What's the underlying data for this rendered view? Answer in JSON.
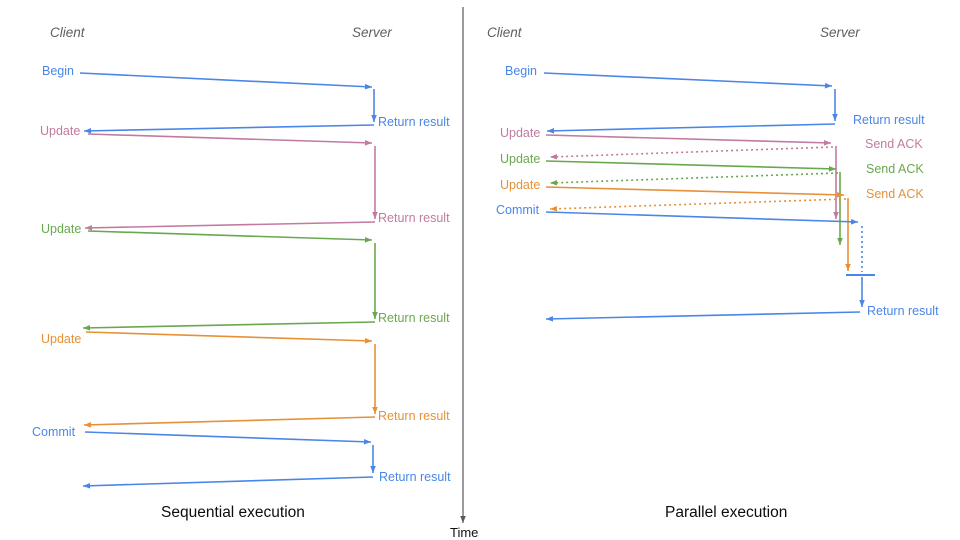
{
  "colors": {
    "blue": "#4a86e8",
    "pink": "#c27ba0",
    "green": "#6aa84f",
    "orange": "#e69138",
    "axis": "#595959",
    "heading": "#5f5f5f",
    "caption": "#0d0d0d"
  },
  "left": {
    "client": "Client",
    "server": "Server",
    "caption": "Sequential execution",
    "ops": [
      {
        "label": "Begin",
        "result": "Return result"
      },
      {
        "label": "Update",
        "result": "Return result"
      },
      {
        "label": "Update",
        "result": "Return result"
      },
      {
        "label": "Update",
        "result": "Return result"
      },
      {
        "label": "Commit",
        "result": "Return result"
      }
    ]
  },
  "right": {
    "client": "Client",
    "server": "Server",
    "caption": "Parallel execution",
    "ops": [
      {
        "label": "Begin",
        "result": "Return result"
      },
      {
        "label": "Update",
        "result": "Send ACK"
      },
      {
        "label": "Update",
        "result": "Send ACK"
      },
      {
        "label": "Update",
        "result": "Send ACK"
      },
      {
        "label": "Commit",
        "result": "Return result"
      }
    ]
  },
  "time_axis": {
    "label": "Time"
  }
}
